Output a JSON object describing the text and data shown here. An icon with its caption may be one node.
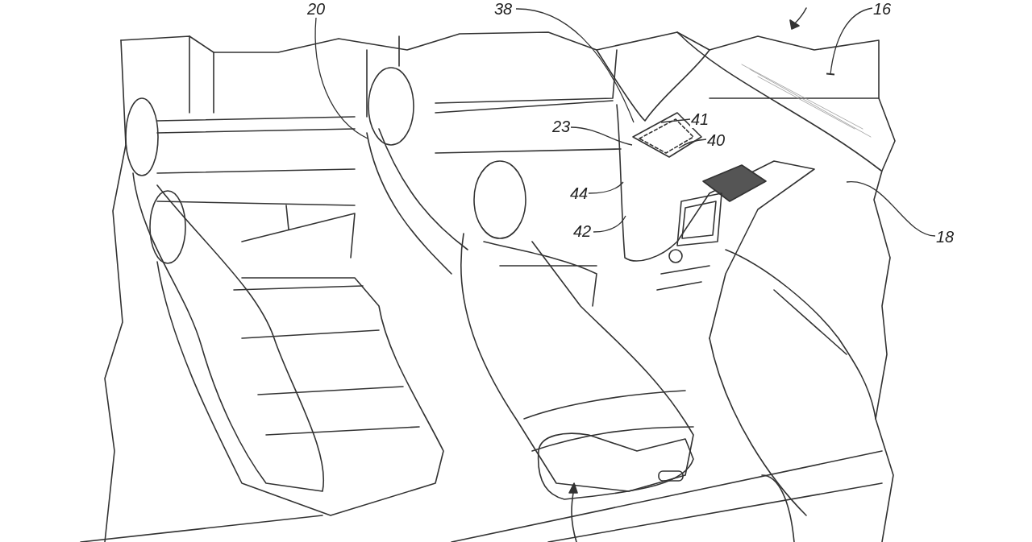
{
  "diagram": {
    "nodes": [
      {
        "text": [
          "20"
        ]
      },
      {
        "text": [
          "38"
        ]
      },
      {
        "text": [
          "16"
        ]
      },
      {
        "text": [
          "23"
        ]
      },
      {
        "text": [
          "41"
        ]
      },
      {
        "text": [
          "40"
        ]
      },
      {
        "text": [
          "44"
        ]
      },
      {
        "text": [
          "42"
        ]
      },
      {
        "text": [
          "18"
        ]
      }
    ],
    "edges": [
      {
        "from": 0,
        "to": null,
        "arrow": "none"
      },
      {
        "from": 1,
        "to": null,
        "arrow": "none"
      },
      {
        "from": 2,
        "to": null,
        "arrow": "other"
      },
      {
        "from": 3,
        "to": null,
        "arrow": "none"
      },
      {
        "from": 4,
        "to": null,
        "arrow": "none"
      },
      {
        "from": 5,
        "to": null,
        "arrow": "none"
      },
      {
        "from": 6,
        "to": null,
        "arrow": "none"
      },
      {
        "from": 7,
        "to": null,
        "arrow": "none"
      },
      {
        "from": 8,
        "to": null,
        "arrow": "none"
      }
    ]
  }
}
